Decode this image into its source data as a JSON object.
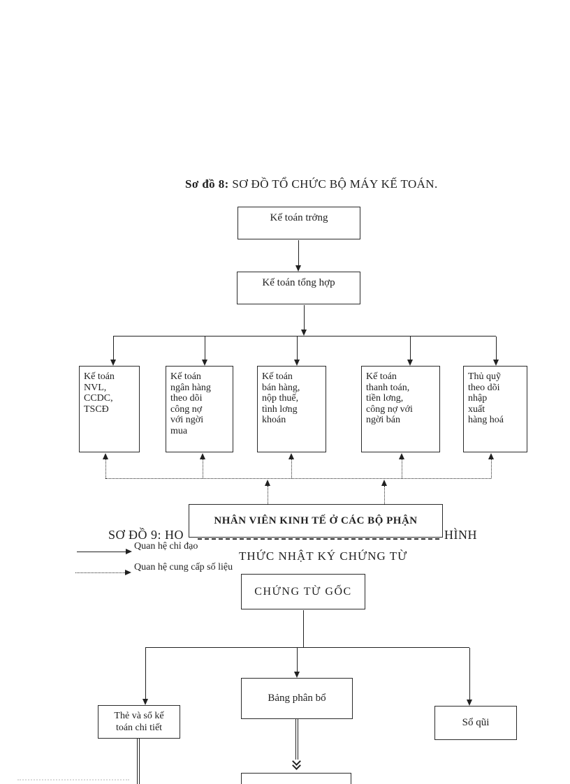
{
  "colors": {
    "ink": "#212121",
    "paper": "#ffffff"
  },
  "diagram8": {
    "title": {
      "prefix": "Sơ đồ 8:",
      "text": " SƠ ĐỒ TỔ CHỨC BỘ MÁY KẾ TOÁN."
    },
    "chief_box": "Kế toán trởng",
    "general_box": "Kế toán tổng hợp",
    "staff_boxes": [
      {
        "text": "Kế toán\nNVL,\nCCDC,\nTSCĐ"
      },
      {
        "text": "Kế toán\nngân hàng\ntheo dõi\ncông nợ\nvới ngời\nmua"
      },
      {
        "text": "Kế toán\nbán hàng,\nnộp thuế,\ntình lơng\nkhoán"
      },
      {
        "text": "Kế toán\nthanh toán,\ntiền lơng,\ncông nợ với\nngời   bán"
      },
      {
        "text": "Thủ quỹ\ntheo dõi\nnhập\nxuất\nhàng hoá"
      }
    ],
    "economic_staff_box": "NHÂN VIÊN KINH TẾ Ở CÁC BỘ PHẬN",
    "legend": [
      {
        "style": "solid",
        "label": "Quan hệ chỉ đạo"
      },
      {
        "style": "dotted",
        "label": "Quan hệ cung cấp số liệu"
      }
    ]
  },
  "diagram9": {
    "title": {
      "left": "SƠ ĐỒ 9: HO",
      "right": "HÌNH",
      "line2": "THỨC NHẬT KÝ CHỨNG TỪ"
    },
    "source_documents_box": "CHỨNG TỪ GỐC",
    "detail_cards_box": "Thẻ và sổ kế\ntoán chi tiết",
    "allocation_box": "Bảng phân bổ",
    "cash_book_box": "Sổ qũi"
  }
}
